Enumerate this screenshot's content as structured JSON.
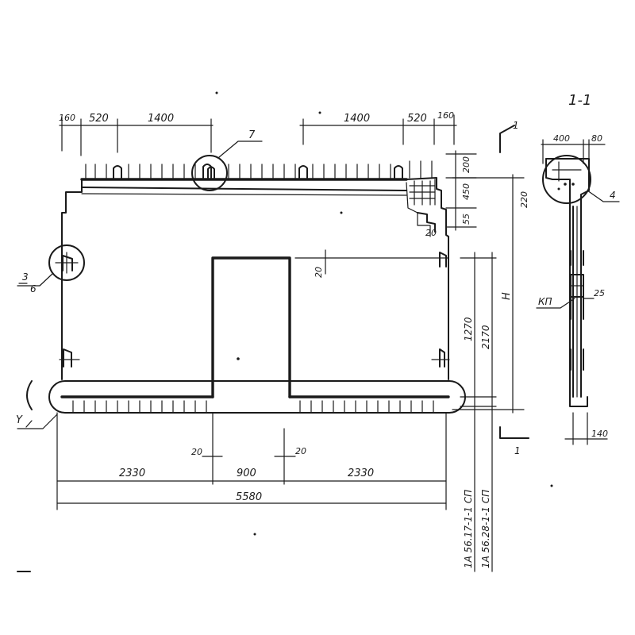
{
  "section": {
    "title": "1-1",
    "cut_mark": "1",
    "dim_top_left": "400",
    "dim_top_right": "80",
    "dim_bottom": "140",
    "callout_4": "4",
    "callout_kp": "КП",
    "dim_25": "25"
  },
  "elevation": {
    "top_dims": [
      "160",
      "520",
      "1400",
      "1400",
      "520",
      "160"
    ],
    "right_dims": [
      "200",
      "450",
      "55"
    ],
    "dim_20": "20",
    "dim_20_opening": "20",
    "dim_1270": "1270",
    "dim_2170": "2170",
    "dim_H": "H",
    "dim_220": "220",
    "callout_7": "7",
    "callout_3": "3",
    "callout_6": "6",
    "callout_y": "Y",
    "bottom_dims": [
      "2330",
      "900",
      "2330"
    ],
    "overall_dim": "5580",
    "small_20a": "20",
    "small_20b": "20",
    "mark_1": "1А 56.17-1-1 СП",
    "mark_2": "1А 56.28-1-1 СП"
  }
}
